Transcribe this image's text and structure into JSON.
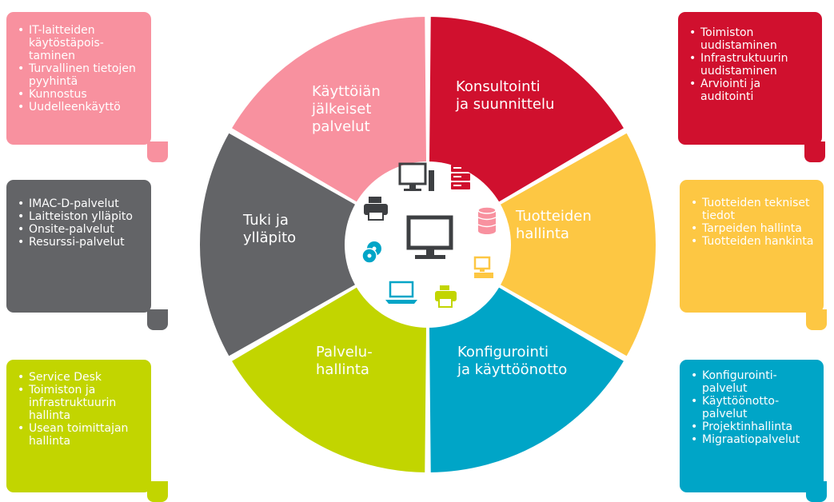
{
  "colors": {
    "pink": "#f8919f",
    "red": "#d0102e",
    "yellow": "#fdc743",
    "teal": "#00a5c7",
    "green": "#c2d500",
    "gray": "#636467",
    "center_bg": "#ffffff",
    "icon_dark": "#3d3f42",
    "icon_red": "#d0102e",
    "icon_pink": "#f8919f",
    "icon_yellow": "#fdc743",
    "icon_teal": "#00a5c7",
    "icon_green": "#c2d500"
  },
  "segments": {
    "konsultointi": {
      "line1": "Konsultointi",
      "line2": "ja suunnittelu"
    },
    "tuotteiden": {
      "line1": "Tuotteiden",
      "line2": "hallinta"
    },
    "konfigurointi": {
      "line1": "Konfigurointi",
      "line2": "ja käyttöönotto"
    },
    "palvelu": {
      "line1": "Palvelu-",
      "line2": "hallinta"
    },
    "tuki": {
      "line1": "Tuki ja",
      "line2": "ylläpito"
    },
    "kayttoian": {
      "line1": "Käyttöiän",
      "line2": "jälkeiset",
      "line3": "palvelut"
    }
  },
  "boxes": {
    "top_left": [
      "IT-laitteiden käytöstäpois­taminen",
      "Turvallinen tietojen pyyhintä",
      "Kunnostus",
      "Uudelleenkäyttö"
    ],
    "mid_left": [
      "IMAC-D-palvelut",
      "Laitteiston ylläpito",
      "Onsite-palvelut",
      "Resurssi-palvelut"
    ],
    "bot_left": [
      "Service Desk",
      "Toimiston ja infrastruktuurin hallinta",
      "Usean toimittajan hallinta"
    ],
    "top_right": [
      "Toimiston uudistaminen",
      "Infrastruktuurin uudistaminen",
      "Arviointi ja auditointi"
    ],
    "mid_right": [
      "Tuotteiden tekniset tiedot",
      "Tarpeiden hallinta",
      "Tuotteiden hankinta"
    ],
    "bot_right": [
      "Konfigurointi-palvelut",
      "Käyttöönotto-palvelut",
      "Projektinhallinta",
      "Migraatiopalvelut"
    ]
  },
  "icons": [
    "desktop-icon",
    "server-icon",
    "printer-icon",
    "monitor-icon",
    "database-icon",
    "disc-icon",
    "workstation-icon",
    "laptop-icon",
    "printer-small-icon"
  ]
}
